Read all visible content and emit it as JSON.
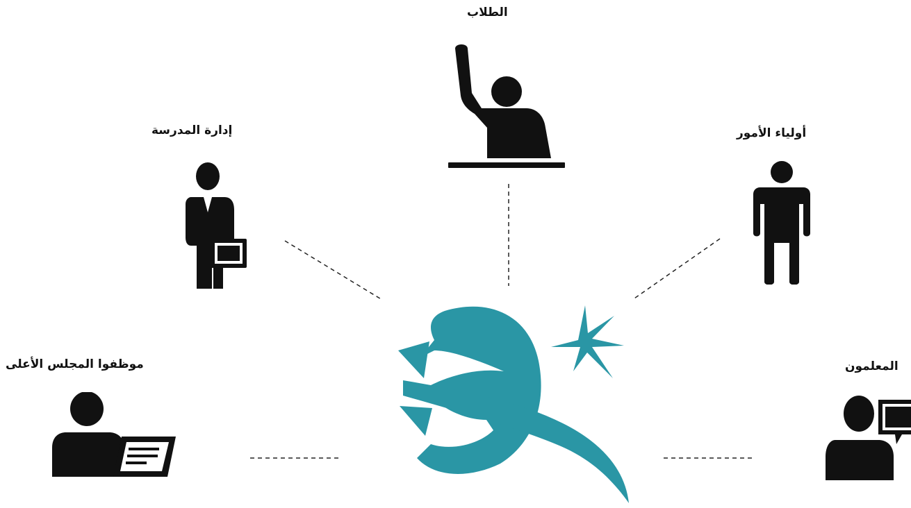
{
  "diagram": {
    "center": {
      "icon": "organization-logo-icon",
      "color": "#2a96a5"
    },
    "stakeholders": {
      "students": {
        "label": "الطلاب",
        "icon": "student-raising-hand-icon"
      },
      "school_administration": {
        "label": "إدارة المدرسة",
        "icon": "businessman-briefcase-icon"
      },
      "parents": {
        "label": "أولياء الأمور",
        "icon": "person-standing-icon"
      },
      "council_staff": {
        "label": "موظفوا المجلس الأعلى",
        "icon": "employee-document-icon"
      },
      "teachers": {
        "label": "المعلمون",
        "icon": "teacher-speech-bubble-icon"
      }
    },
    "icon_color": "#111111",
    "line_color": "#222222"
  }
}
